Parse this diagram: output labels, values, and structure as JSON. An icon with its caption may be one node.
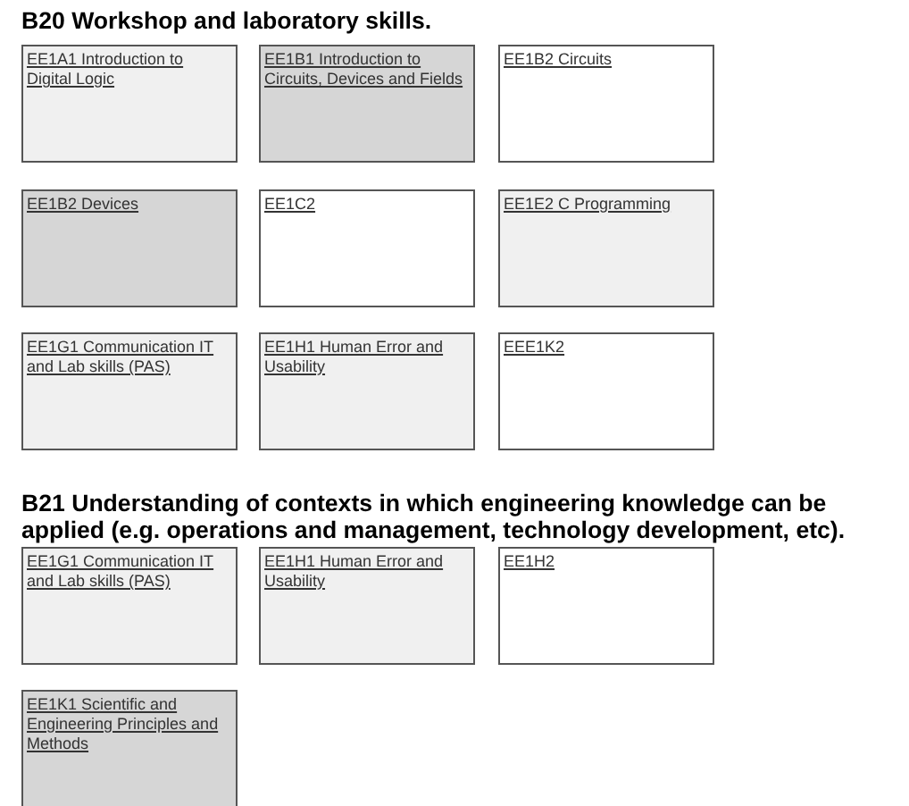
{
  "diagram": {
    "nodes": [
      {
        "text": [
          "EE1A1 Introduction to Digital Logic"
        ]
      },
      {
        "text": [
          "EE1B1 Introduction to Circuits, Devices and Fields"
        ]
      },
      {
        "text": [
          "EE1B2 Circuits"
        ]
      },
      {
        "text": [
          "EE1B2 Devices"
        ]
      },
      {
        "text": [
          "EE1C2"
        ]
      },
      {
        "text": [
          "EE1E2 C Programming"
        ]
      },
      {
        "text": [
          "EE1G1 Communication IT and Lab skills (PAS)"
        ]
      },
      {
        "text": [
          "EE1H1 Human Error and Usability"
        ]
      },
      {
        "text": [
          "EEE1K2"
        ]
      },
      {
        "text": [
          "EE1G1 Communication IT and Lab skills (PAS)"
        ]
      },
      {
        "text": [
          "EE1H1 Human Error and Usability"
        ]
      },
      {
        "text": [
          "EE1H2"
        ]
      },
      {
        "text": [
          "EE1K1 Scientific and Engineering Principles and Methods"
        ]
      }
    ],
    "edges": [],
    "labels": [
      "B20 Workshop and laboratory skills.",
      "B21 Understanding of contexts in which engineering knowledge can be applied (e.g. operations and management, technology development, etc)."
    ]
  }
}
